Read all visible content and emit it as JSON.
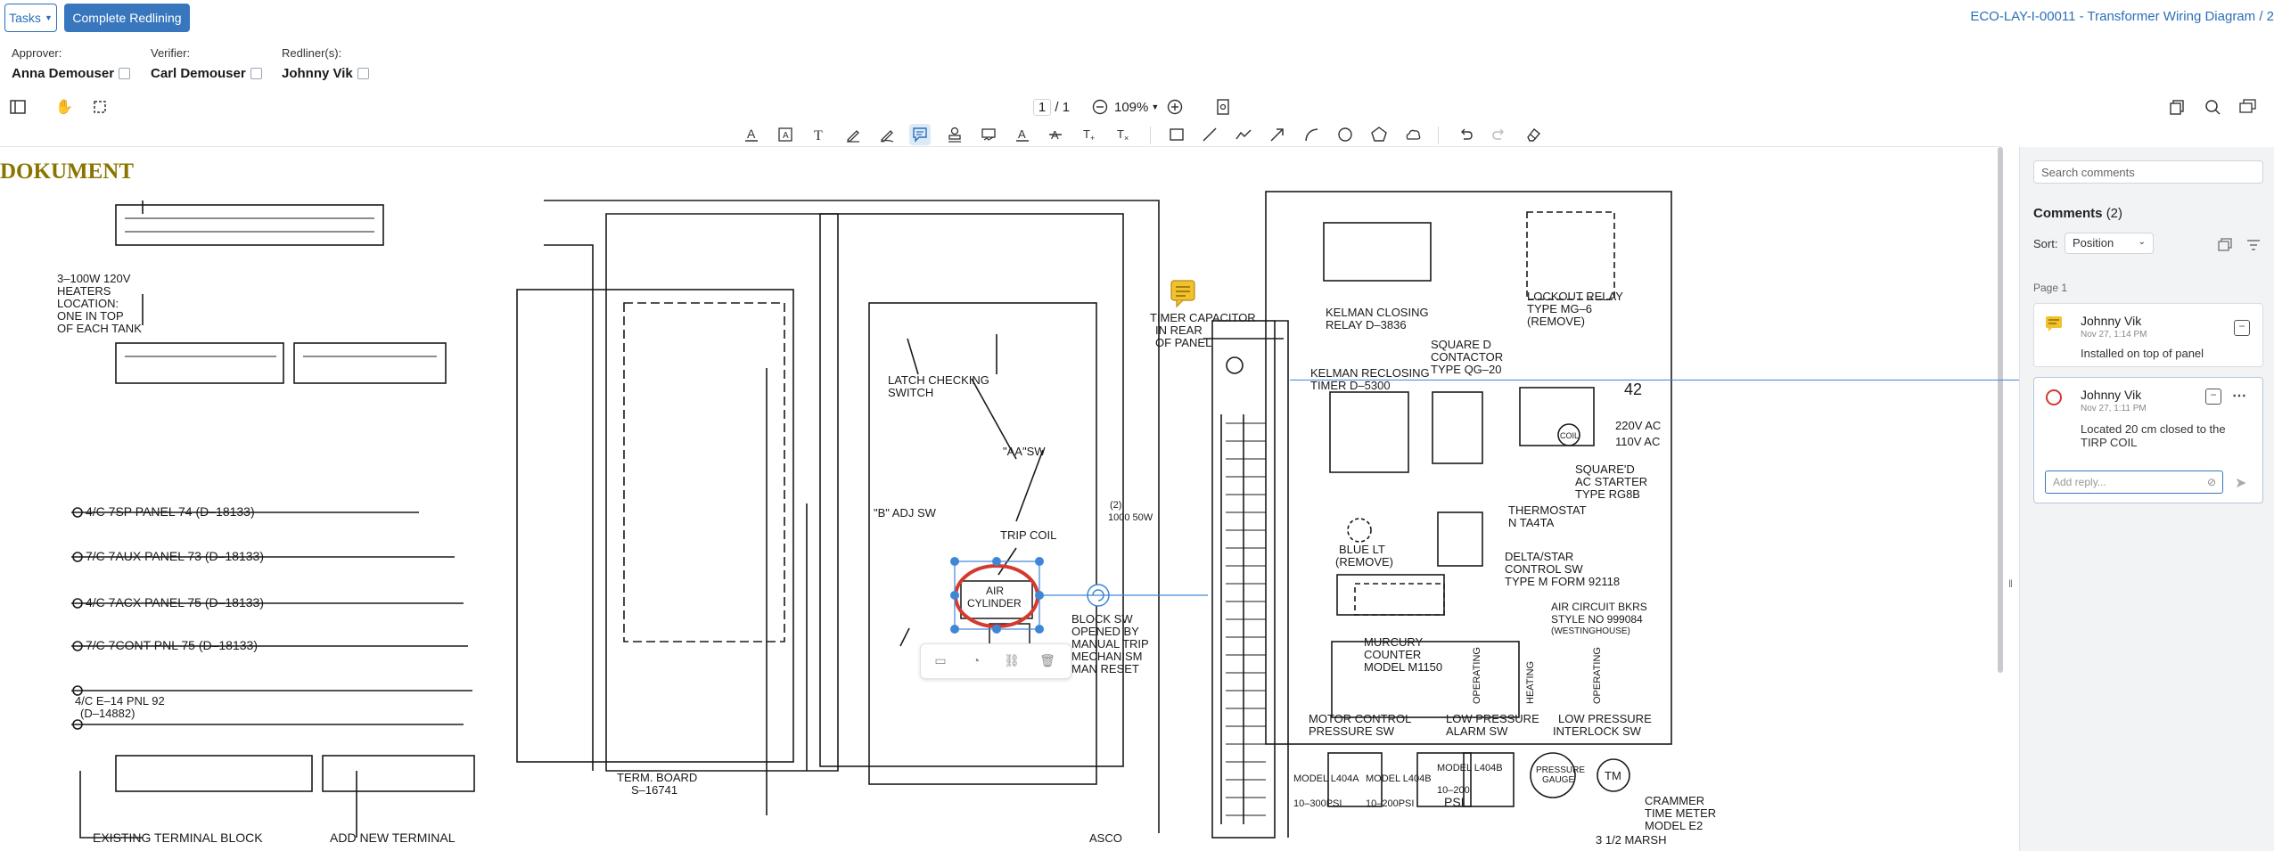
{
  "header": {
    "tasks_label": "Tasks",
    "complete_label": "Complete Redlining",
    "document_title": "ECO-LAY-I-00011 - Transformer Wiring Diagram / 2"
  },
  "people": {
    "approver_role": "Approver:",
    "approver_name": "Anna Demouser",
    "verifier_role": "Verifier:",
    "verifier_name": "Carl Demouser",
    "redliner_role": "Redliner(s):",
    "redliner_name": "Johnny Vik"
  },
  "viewer": {
    "page_current": "1",
    "page_total": "/ 1",
    "zoom": "109%"
  },
  "drawing": {
    "watermark": "DOKUMENT",
    "labels": {
      "heaters": [
        "3–100W 120V",
        "HEATERS",
        "LOCATION:",
        "ONE IN TOP",
        "OF EACH TANK"
      ],
      "panels": [
        "4/C 7SP PANEL 74 (D–18133)",
        "7/C 7AUX PANEL 73 (D–18133)",
        "4/C 7ACX PANEL 75 (D–18133)",
        "7/C 7CONT PNL 75 (D–18133)",
        "4/C E–14 PNL 92",
        "(D–14882)"
      ],
      "existing_terminal_block": "EXISTING TERMINAL BLOCK",
      "add_new_terminal": "ADD NEW TERMINAL",
      "term_board": [
        "TERM. BOARD",
        "S–16741"
      ],
      "latch": [
        "LATCH CHECKING",
        "SWITCH"
      ],
      "aa_sw": "\"AA\"SW",
      "b_adj_sw": "\"B\" ADJ SW",
      "trip_coil": "TRIP COIL",
      "resistor": [
        "(2)",
        "1000 50W"
      ],
      "air_cylinder": [
        "AIR",
        "CYLINDER"
      ],
      "block_sw": [
        "BLOCK SW",
        "OPENED BY",
        "MANUAL TRIP",
        "MECHANISM",
        "MAN RESET"
      ],
      "timer_cap": [
        "TIMER CAPACITOR",
        "IN REAR",
        "OF PANEL"
      ],
      "kelman_closing": [
        "KELMAN CLOSING",
        "RELAY D–3836"
      ],
      "lockout": [
        "LOCKOUT RELAY",
        "TYPE MG–6",
        "(REMOVE)"
      ],
      "kelman_reclosing": [
        "KELMAN RECLOSING",
        "TIMER D–5300"
      ],
      "square_d": [
        "SQUARE D",
        "CONTACTOR",
        "TYPE QG–20"
      ],
      "ac_starter": [
        "SQUARE'D",
        "AC STARTER",
        "TYPE RG8B"
      ],
      "voltages": [
        "220V AC",
        "110V AC"
      ],
      "sheet_no": "42",
      "thermostat": [
        "THERMOSTAT",
        "N TA4TA"
      ],
      "blue_lt": [
        "BLUE LT",
        "(REMOVE)"
      ],
      "delta_star": [
        "DELTA/STAR",
        "CONTROL SW",
        "TYPE M FORM 92118"
      ],
      "air_circuit": [
        "AIR CIRCUIT BKRS",
        "STYLE NO 999084",
        "(WESTINGHOUSE)"
      ],
      "mercury": [
        "MURCURY",
        "COUNTER",
        "MODEL M1150"
      ],
      "motor_control": [
        "MOTOR CONTROL",
        "PRESSURE SW"
      ],
      "low_pressure_alarm": [
        "LOW PRESSURE",
        "ALARM SW"
      ],
      "low_pressure_interlock": [
        "LOW PRESSURE",
        "INTERLOCK SW"
      ],
      "models": [
        "MODEL L404A",
        "10–300PSI",
        "MODEL L404B",
        "10–200PSI",
        "MODEL L404B",
        "10–200",
        "PSI"
      ],
      "pressure_gauge": [
        "PRESSURE",
        "GAUGE"
      ],
      "tm": "TM",
      "crammer": [
        "CRAMMER",
        "TIME METER",
        "MODEL E2"
      ],
      "marsh": "3 1/2 MARSH",
      "asco": "ASCO",
      "operating": "OPERATING",
      "heating": "HEATING",
      "coil": "COIL"
    }
  },
  "comments_panel": {
    "search_placeholder": "Search comments",
    "title": "Comments",
    "count": "(2)",
    "sort_label": "Sort:",
    "sort_value": "Position",
    "page_label": "Page 1",
    "comments": [
      {
        "author": "Johnny Vik",
        "date": "Nov 27, 1:14 PM",
        "text": "Installed on top of panel",
        "icon": "note-icon"
      },
      {
        "author": "Johnny Vik",
        "date": "Nov 27, 1:11 PM",
        "text": "Located 20 cm closed to the TIRP COIL",
        "icon": "ellipse-icon"
      }
    ],
    "reply_placeholder": "Add reply..."
  },
  "colors": {
    "accent": "#3877be",
    "accent_text": "#2c6fb7",
    "markup_red": "#d43a2f",
    "note_yellow": "#f2c12e",
    "watermark": "#8a7400"
  }
}
